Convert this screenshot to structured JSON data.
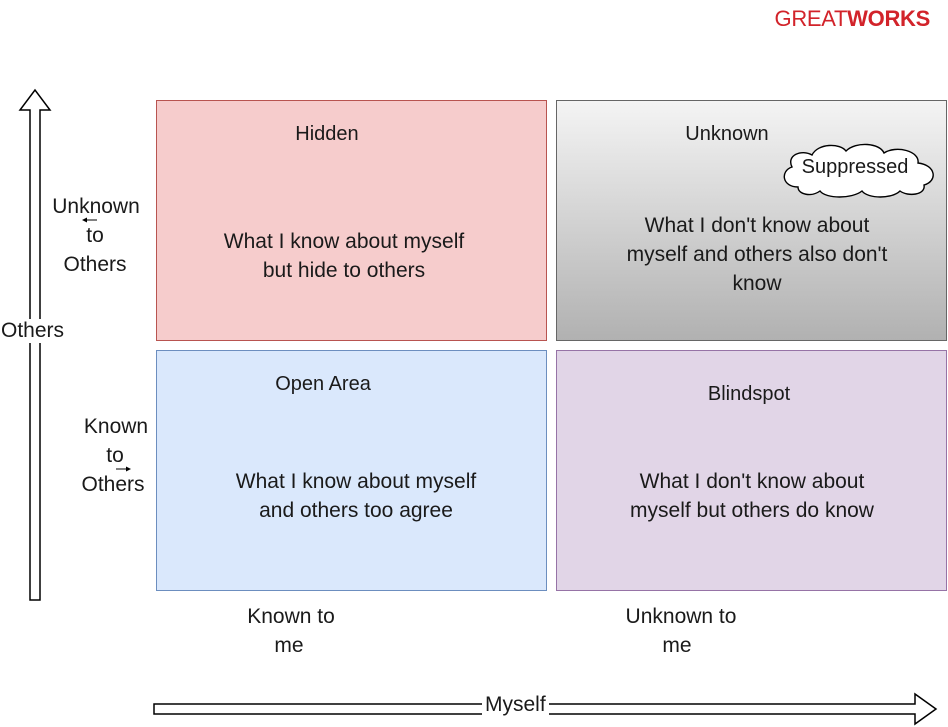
{
  "brand": {
    "light": "GREAT",
    "bold": "WORKS",
    "color": "#d2232a"
  },
  "quadrants": {
    "hidden": {
      "title": "Hidden",
      "text": "What I know about myself but hide to others",
      "line1": "What I know about myself",
      "line2": "but hide to others",
      "fill": "#f6cccc",
      "stroke": "#b85450"
    },
    "unknown": {
      "title": "Unknown",
      "line1": "What I  don't know about",
      "line2": "myself  and others also don't",
      "line3": "know",
      "badge": "Suppressed",
      "fill_top": "#f4f4f4",
      "fill_bottom": "#b1b1b1",
      "stroke": "#666666"
    },
    "open": {
      "title": "Open Area",
      "line1": "What I know about myself",
      "line2": "and others too agree",
      "fill": "#dae8fc",
      "stroke": "#6c8ebf"
    },
    "blind": {
      "title": "Blindspot",
      "line1": "What I don't know about",
      "line2": "myself  but others do know",
      "fill": "#e1d5e7",
      "stroke": "#9673a6"
    }
  },
  "row_labels": {
    "top": {
      "line1": "Unknown",
      "line2": "to",
      "line3": "Others"
    },
    "bottom": {
      "line1": "Known",
      "line2": "to",
      "line3": "Others"
    }
  },
  "column_labels": {
    "left": {
      "line1": "Known to",
      "line2": "me"
    },
    "right": {
      "line1": "Unknown to",
      "line2": "me"
    }
  },
  "axes": {
    "vertical": "Others",
    "horizontal": "Myself"
  }
}
